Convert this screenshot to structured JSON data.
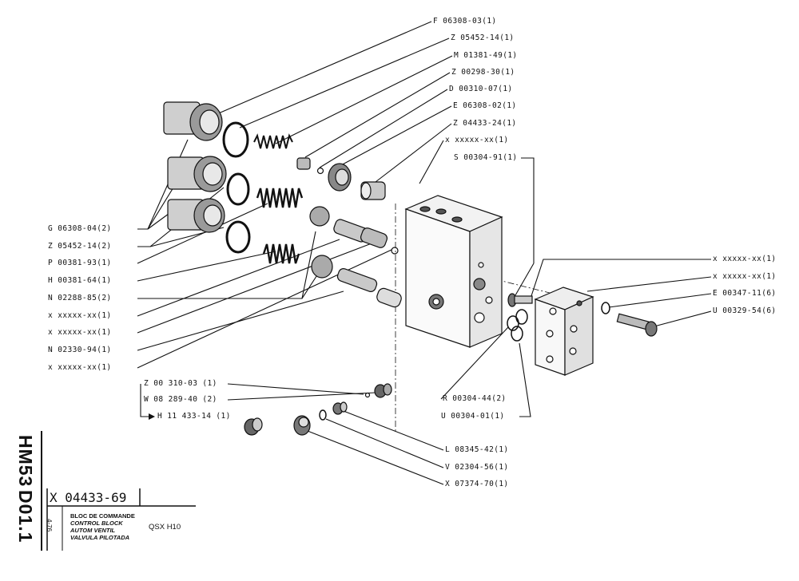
{
  "sheet": {
    "code_side": "HM53",
    "section_side": "D01.1",
    "date": "4-76"
  },
  "title_block": {
    "assembly_number": "X 04433-69",
    "titles": [
      "BLOC DE COMMANDE",
      "CONTROL BLOCK",
      "AUTOM VENTIL",
      "VALVULA PILOTADA"
    ],
    "model": "QSX H10"
  },
  "callouts_right": [
    "F 06308-03(1)",
    "Z 05452-14(1)",
    "M 01381-49(1)",
    "Z 00298-30(1)",
    "D 00310-07(1)",
    "E 06308-02(1)",
    "Z 04433-24(1)",
    "x xxxxx-xx(1)",
    "S 00304-91(1)"
  ],
  "callouts_left": [
    "G 06308-04(2)",
    "Z 05452-14(2)",
    "P 00381-93(1)",
    "H 00381-64(1)",
    "N 02288-85(2)",
    "x xxxxx-xx(1)",
    "x xxxxx-xx(1)",
    "N 02330-94(1)",
    "x xxxxx-xx(1)"
  ],
  "callouts_far_right": [
    "x xxxxx-xx(1)",
    "x xxxxx-xx(1)",
    "E 00347-11(6)",
    "U 00329-54(6)"
  ],
  "callouts_lower_mid": [
    "R 00304-44(2)",
    "U 00304-01(1)"
  ],
  "callouts_bottom_left": [
    "Z 00 310-03 (1)",
    "W 08 289-40 (2)",
    "H 11 433-14 (1)"
  ],
  "callouts_bottom": [
    "L 08345-42(1)",
    "V 02304-56(1)",
    "X 07374-70(1)"
  ]
}
